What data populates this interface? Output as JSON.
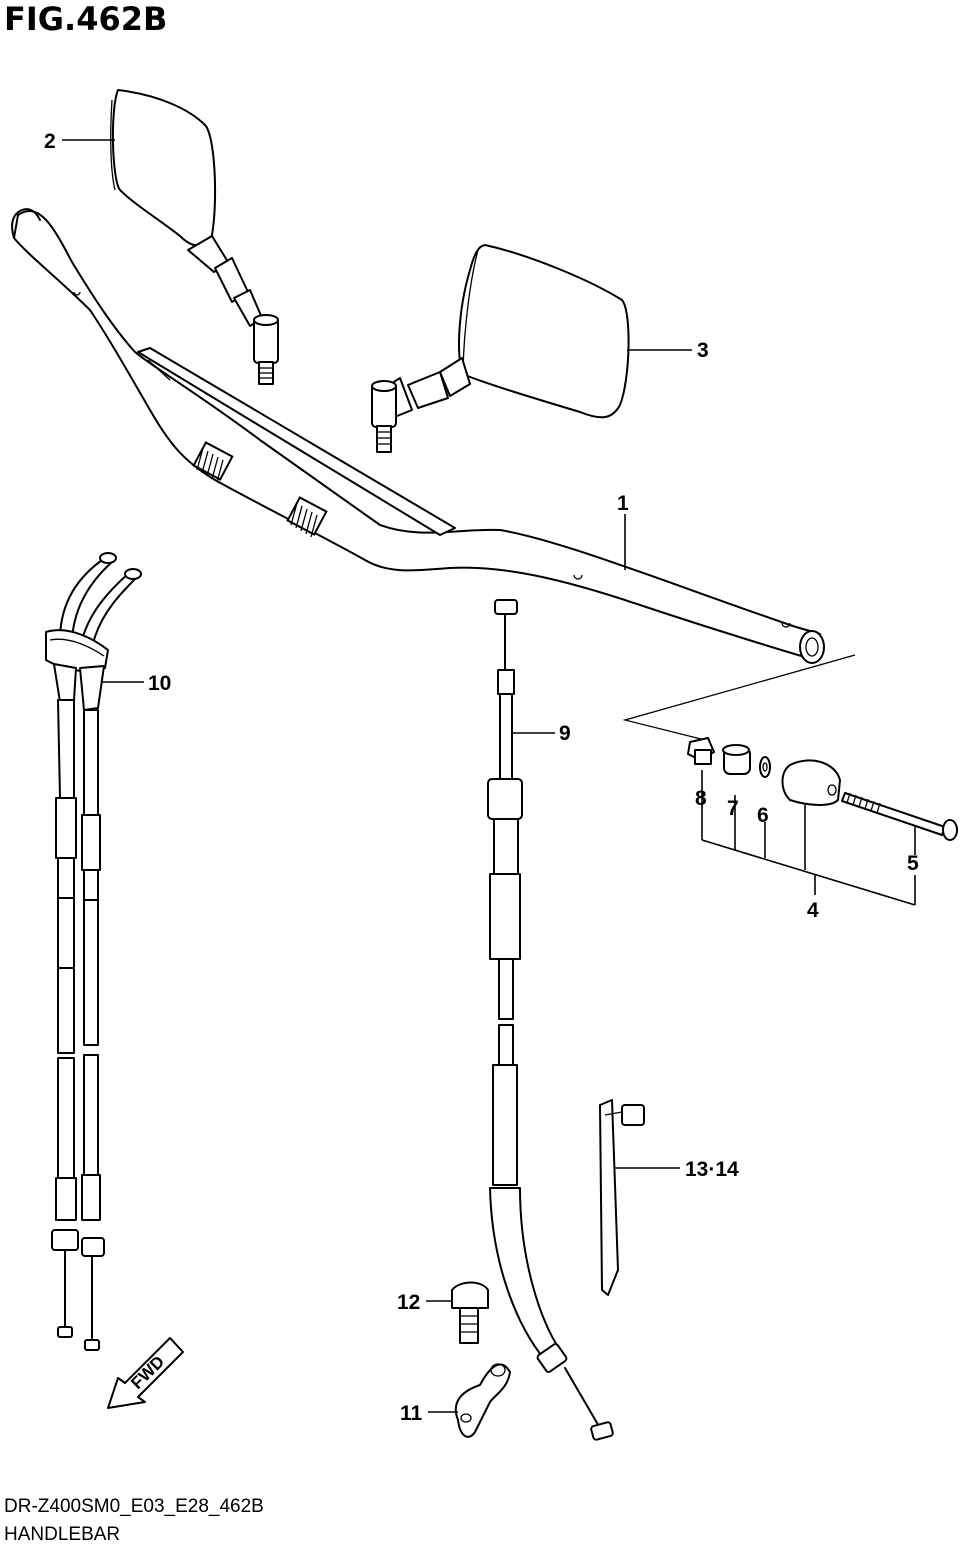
{
  "figure": {
    "title": "FIG.462B",
    "code": "DR-Z400SM0_E03_E28_462B",
    "name": "HANDLEBAR",
    "direction_badge": "FWD"
  },
  "callouts": [
    {
      "id": "c1",
      "label": "1"
    },
    {
      "id": "c2",
      "label": "2"
    },
    {
      "id": "c3",
      "label": "3"
    },
    {
      "id": "c4",
      "label": "4"
    },
    {
      "id": "c5",
      "label": "5"
    },
    {
      "id": "c6",
      "label": "6"
    },
    {
      "id": "c7",
      "label": "7"
    },
    {
      "id": "c8",
      "label": "8"
    },
    {
      "id": "c9",
      "label": "9"
    },
    {
      "id": "c10",
      "label": "10"
    },
    {
      "id": "c11",
      "label": "11"
    },
    {
      "id": "c12",
      "label": "12"
    },
    {
      "id": "c13",
      "label": "13·14"
    }
  ],
  "colors": {
    "ink": "#000000",
    "paper": "#ffffff"
  }
}
